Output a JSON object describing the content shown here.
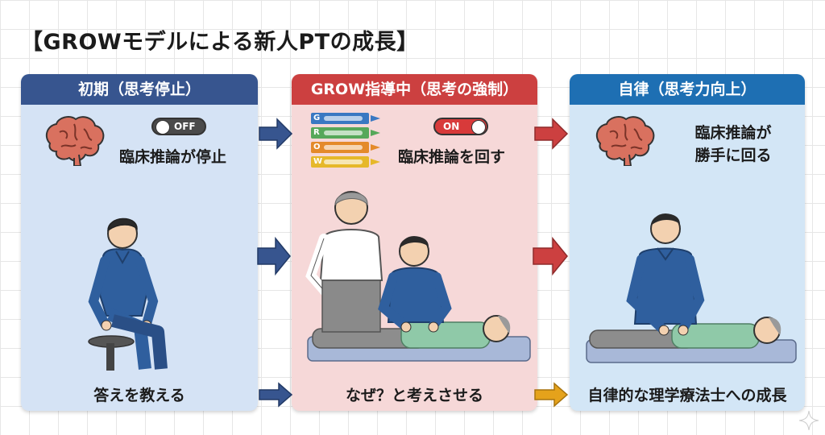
{
  "title": "【GROWモデルによる新人PTの成長】",
  "panels": [
    {
      "header": "初期（思考停止）",
      "toggle": "OFF",
      "status": "臨床推論が停止",
      "bottom": "答えを教える"
    },
    {
      "header": "GROW指導中（思考の強制）",
      "toggle": "ON",
      "grow_letters": [
        "G",
        "R",
        "O",
        "W"
      ],
      "status": "臨床推論を回す",
      "bottom": "なぜ？と考えさせる"
    },
    {
      "header": "自律（思考力向上）",
      "status_line1": "臨床推論が",
      "status_line2": "勝手に回る",
      "bottom": "自律的な理学療法士への成長"
    }
  ],
  "colors": {
    "panel1_header": "#37558f",
    "panel2_header": "#cc4040",
    "panel3_header": "#1e6fb3",
    "arrow_blue": "#37558f",
    "arrow_red": "#cc4040",
    "arrow_orange": "#e5a21b",
    "scrubs": "#2f5f9e",
    "patient_shirt": "#8fc9a8",
    "grow_g": "#3a78c2",
    "grow_r": "#56a85a",
    "grow_o": "#e48a2a",
    "grow_w": "#e6b82a"
  }
}
